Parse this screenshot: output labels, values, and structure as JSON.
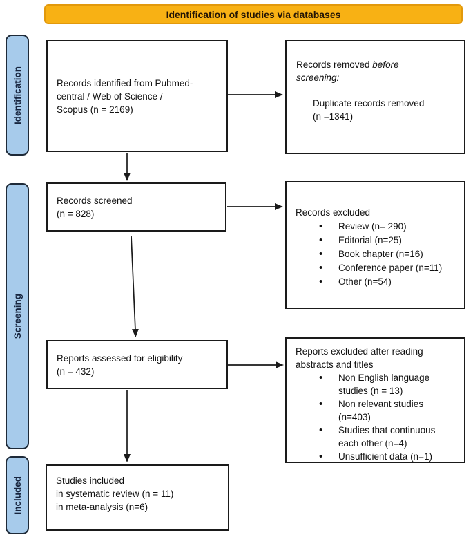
{
  "header": {
    "title": "Identification of studies via databases"
  },
  "sidebar": {
    "identification": "Identification",
    "screening": "Screening",
    "included": "Included"
  },
  "boxes": {
    "records_identified": {
      "text": "Records identified from Pubmed-\ncentral / Web of Science /\nScopus  (n = 2169)"
    },
    "records_removed": {
      "prefix": "Records removed ",
      "emphasis": "before screening:",
      "detail": "Duplicate records removed\n(n =1341)"
    },
    "records_screened": {
      "text": "Records screened\n(n = 828)"
    },
    "records_excluded": {
      "title": "Records excluded",
      "items": [
        "Review (n= 290)",
        "Editorial (n=25)",
        "Book chapter (n=16)",
        "Conference paper (n=11)",
        "Other (n=54)"
      ]
    },
    "reports_assessed": {
      "text": "Reports assessed for eligibility\n(n = 432)"
    },
    "reports_excluded": {
      "title": "Reports excluded after reading\nabstracts and titles",
      "items": [
        "Non English language studies (n = 13)",
        "Non relevant studies (n=403)",
        "Studies that continuous each other (n=4)",
        "Unsufficient data (n=1)"
      ]
    },
    "studies_included": {
      "text": "Studies included\nin systematic review (n = 11)\nin meta-analysis (n=6)"
    }
  },
  "colors": {
    "header_bg": "#F8B114",
    "header_border": "#E2990C",
    "sidebar_bg": "#A7CBEB",
    "sidebar_border": "#1E2A38",
    "box_border": "#1A1A1A",
    "arrow": "#1A1A1A"
  }
}
